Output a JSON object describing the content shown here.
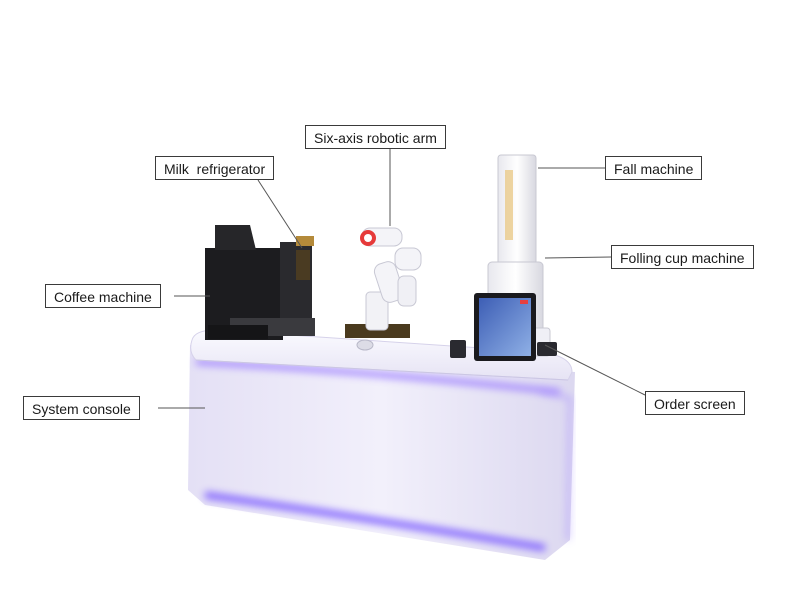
{
  "labels": {
    "robotic_arm": "Six-axis robotic arm",
    "milk_refrigerator": "Milk  refrigerator",
    "fall_machine": "Fall machine",
    "falling_cup_machine": "Folling cup machine",
    "coffee_machine": "Coffee machine",
    "system_console": "System console",
    "order_screen": "Order screen"
  },
  "colors": {
    "background": "#ffffff",
    "console_body": "#e9e6f7",
    "glow": "#8a6cff",
    "coffee_machine": "#1c1c1f",
    "leader_line": "#555555"
  }
}
